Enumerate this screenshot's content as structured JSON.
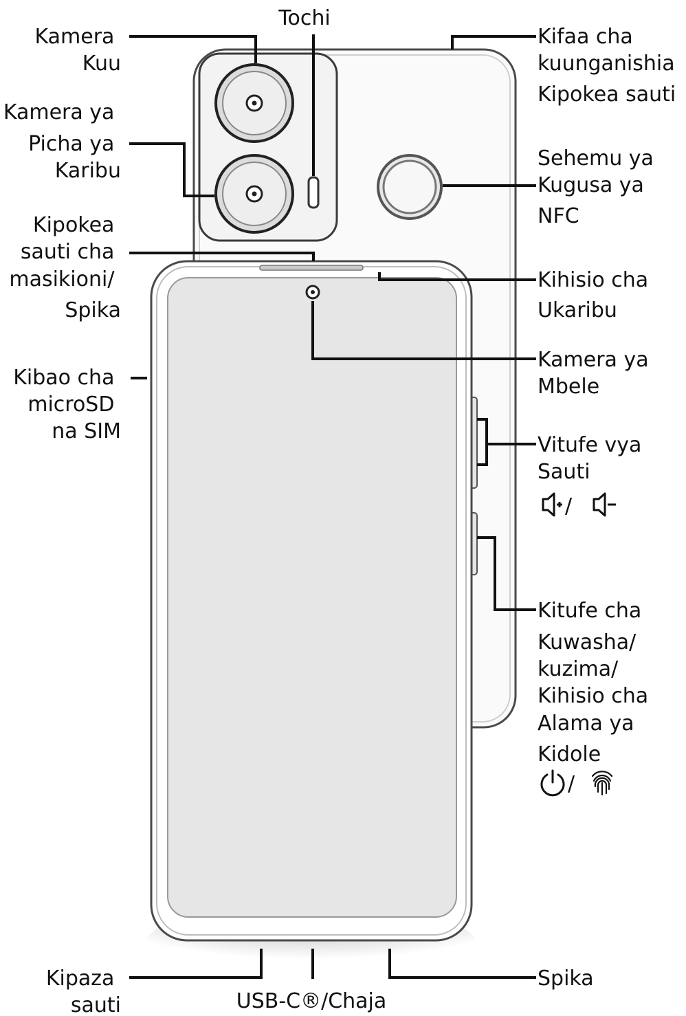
{
  "labels": {
    "main_camera": [
      "Kamera",
      "Kuu"
    ],
    "flash": [
      "Tochi"
    ],
    "macro_camera": [
      "Kamera ya",
      "Picha ya",
      "Karibu"
    ],
    "earpiece": [
      "Kipokea",
      "sauti cha",
      "masikioni/",
      "Spika"
    ],
    "card_tray": [
      "Kibao cha",
      "microSD",
      "na SIM"
    ],
    "mic_bottom": [
      "Kipaza",
      "sauti"
    ],
    "usb": [
      "USB-C®/Chaja"
    ],
    "speaker_bottom": [
      "Spika"
    ],
    "accessory": [
      "Kifaa cha",
      "kuunganishia",
      "Kipokea sauti"
    ],
    "nfc": [
      "Sehemu ya",
      "Kugusa ya",
      "NFC"
    ],
    "proximity": [
      "Kihisio cha",
      "Ukaribu"
    ],
    "front_camera": [
      "Kamera ya",
      "Mbele"
    ],
    "volume": [
      "Vitufe vya",
      "Sauti"
    ],
    "power": [
      "Kitufe cha",
      "Kuwasha/",
      "kuzima/",
      "Kihisio cha",
      "Alama ya",
      "Kidole"
    ]
  },
  "icons": {
    "volume": [
      "volume-up-icon",
      "volume-down-icon"
    ],
    "power": [
      "power-icon",
      "fingerprint-icon"
    ],
    "separator": "/"
  },
  "colors": {
    "line": "#111111",
    "screen": "#e6e6e6",
    "outline": "#3a3a3a"
  }
}
